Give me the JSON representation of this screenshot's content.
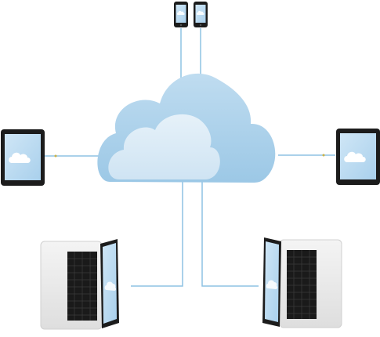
{
  "diagram": {
    "type": "cloud-network",
    "hub": {
      "name": "cloud",
      "icon": "cloud-icon"
    },
    "devices": [
      {
        "id": "phone-left",
        "kind": "smartphone",
        "icon": "smartphone-icon"
      },
      {
        "id": "phone-right",
        "kind": "smartphone",
        "icon": "smartphone-icon"
      },
      {
        "id": "tablet-left",
        "kind": "tablet",
        "icon": "tablet-icon"
      },
      {
        "id": "tablet-right",
        "kind": "tablet",
        "icon": "tablet-icon"
      },
      {
        "id": "laptop-left",
        "kind": "laptop",
        "icon": "laptop-icon"
      },
      {
        "id": "laptop-right",
        "kind": "laptop",
        "icon": "laptop-icon"
      }
    ],
    "colors": {
      "cloud_outer": "#a9cfea",
      "cloud_inner": "#d8e9f5",
      "connector": "#8ec2e3",
      "device_frame": "#1c1c1c",
      "screen": "#bcdcf1",
      "laptop_body": "#e9e9e9",
      "keyboard": "#1a1a1a"
    }
  }
}
